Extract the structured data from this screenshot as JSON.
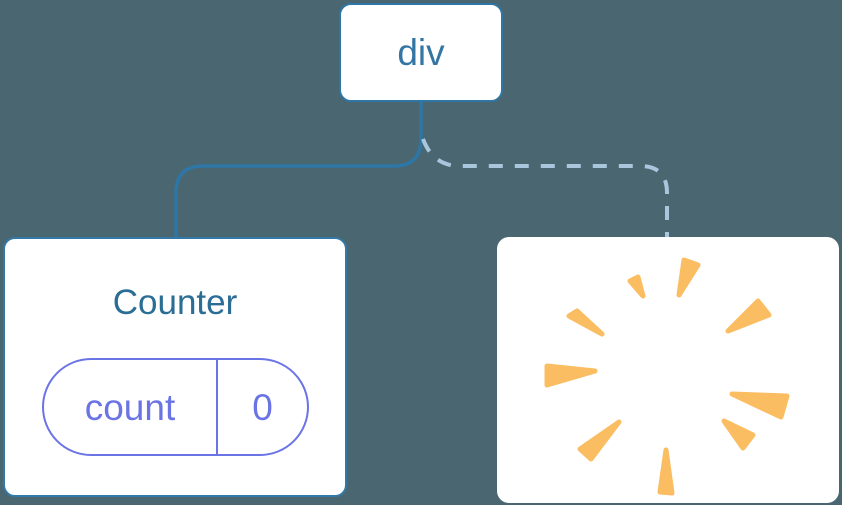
{
  "diagram": {
    "root_node": {
      "label": "div"
    },
    "counter_card": {
      "title": "Counter",
      "state_pill": {
        "key": "count",
        "value": "0"
      }
    },
    "removed_card": {
      "icon": "poof-burst-icon"
    },
    "connectors": {
      "left_style": "solid",
      "right_style": "dashed"
    },
    "colors": {
      "background": "#4A6671",
      "card_background": "#FFFFFF",
      "node_border": "#2E76A6",
      "node_label": "#3376A4",
      "card_title": "#2B6D94",
      "solid_connector": "#2E76A6",
      "dashed_connector": "#A9C6DD",
      "state_accent": "#6B74E5",
      "burst": "#FABD62"
    }
  }
}
